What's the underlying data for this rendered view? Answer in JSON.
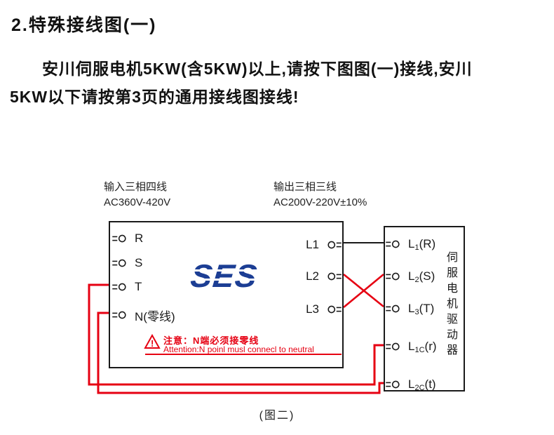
{
  "page": {
    "title": "2.特殊接线图(一)",
    "intro_line1": "安川伺服电机5KW(含5KW)以上,请按下图图(一)接线,安川",
    "intro_line2": "5KW以下请按第3页的通用接线图接线!",
    "caption": "(图二)"
  },
  "diagram": {
    "input_label_line1": "输入三相四线",
    "input_label_line2": "AC360V-420V",
    "output_label_line1": "输出三相三线",
    "output_label_line2": "AC200V-220V±10%",
    "main_box": {
      "logo": "SES",
      "left_terminals": [
        "R",
        "S",
        "T",
        "N(零线)"
      ],
      "right_terminals": [
        "L1",
        "L2",
        "L3"
      ],
      "warning_cn": "注意：N端必须接零线",
      "warning_en": "Attention:N poinl musl connecl to neutral"
    },
    "driver_box": {
      "vertical_label": "伺服电机驱动器",
      "terminals": [
        {
          "main": "L",
          "sub": "1",
          "suffix": "(R)"
        },
        {
          "main": "L",
          "sub": "2",
          "suffix": "(S)"
        },
        {
          "main": "L",
          "sub": "3",
          "suffix": "(T)"
        },
        {
          "main": "L",
          "sub": "1C",
          "suffix": "(r)"
        },
        {
          "main": "L",
          "sub": "2C",
          "suffix": "(t)"
        }
      ]
    },
    "colors": {
      "wire_red": "#e60012",
      "wire_black": "#1a1a1a",
      "logo_blue": "#1c3e94",
      "warning_red": "#e60012"
    }
  }
}
